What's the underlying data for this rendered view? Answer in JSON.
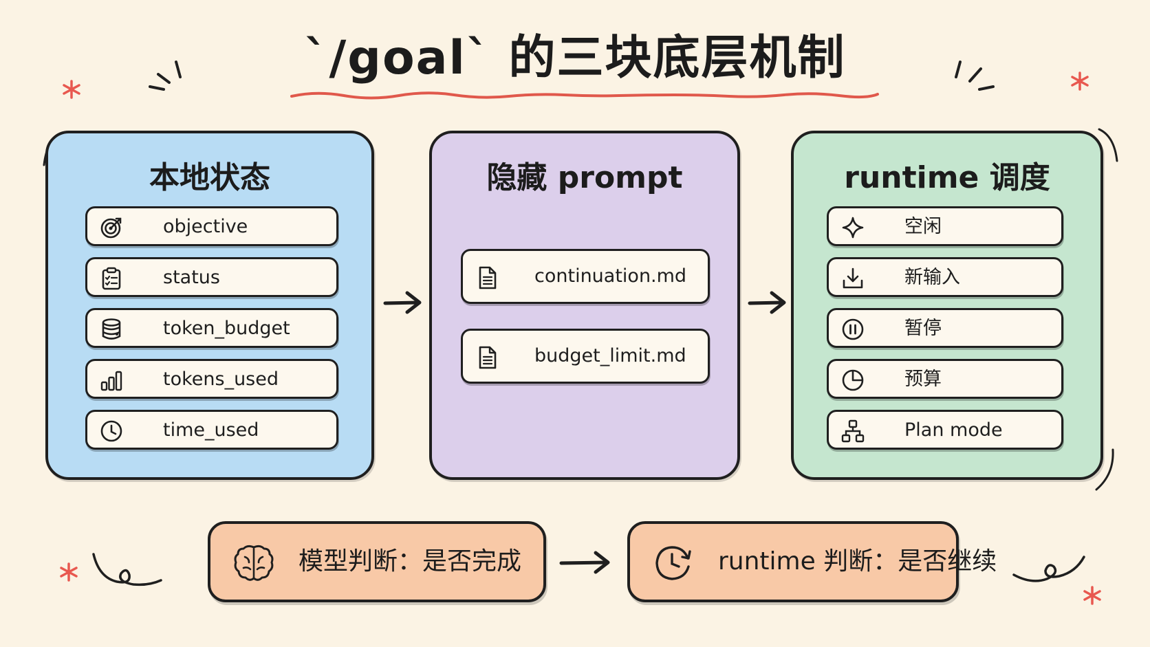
{
  "title": "`/goal` 的三块底层机制",
  "panels": [
    {
      "title": "本地状态",
      "items": [
        {
          "label": "objective",
          "icon": "target-icon"
        },
        {
          "label": "status",
          "icon": "clipboard-checklist-icon"
        },
        {
          "label": "token_budget",
          "icon": "database-icon"
        },
        {
          "label": "tokens_used",
          "icon": "bar-chart-icon"
        },
        {
          "label": "time_used",
          "icon": "clock-icon"
        }
      ]
    },
    {
      "title": "隐藏 prompt",
      "items": [
        {
          "label": "continuation.md",
          "icon": "document-icon"
        },
        {
          "label": "budget_limit.md",
          "icon": "document-icon"
        }
      ]
    },
    {
      "title": "runtime 调度",
      "items": [
        {
          "label": "空闲",
          "icon": "sparkle-icon"
        },
        {
          "label": "新输入",
          "icon": "download-icon"
        },
        {
          "label": "暂停",
          "icon": "pause-circle-icon"
        },
        {
          "label": "预算",
          "icon": "pie-chart-icon"
        },
        {
          "label": "Plan mode",
          "icon": "hierarchy-icon"
        }
      ]
    }
  ],
  "bottom": [
    {
      "label": "模型判断：是否完成",
      "icon": "brain-icon"
    },
    {
      "label": "runtime 判断：是否继续",
      "icon": "clock-refresh-icon"
    }
  ],
  "colors": {
    "background": "#fbf3e4",
    "panel_blue": "#b8dcf4",
    "panel_purple": "#dccfeb",
    "panel_green": "#c5e6cf",
    "bottom_box": "#f8c9a7",
    "underline": "#e0584b",
    "accent_star": "#e8584f",
    "outline": "#1f1f1f"
  }
}
